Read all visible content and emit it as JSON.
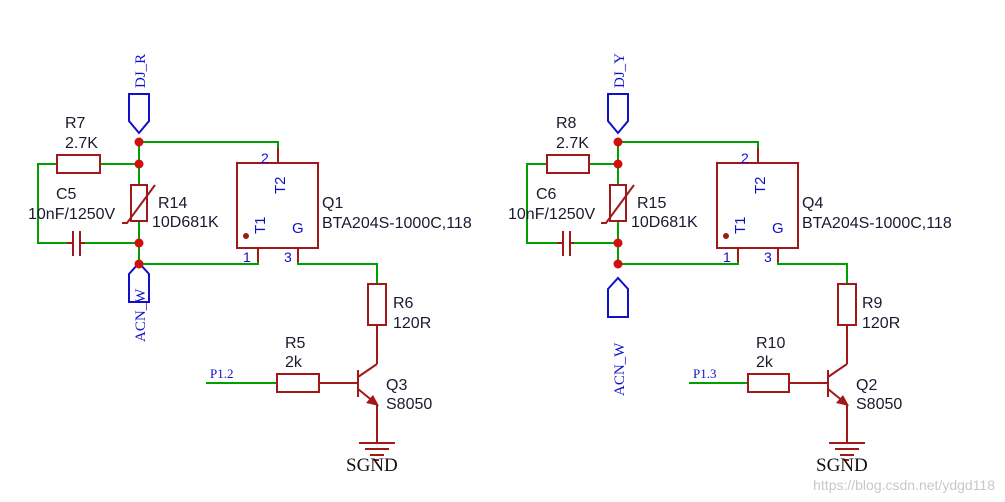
{
  "watermark": "https://blog.csdn.net/ydgd118",
  "colors": {
    "wire": "#00a000",
    "part": "#a01818",
    "port": "#1010c8",
    "junction": "#d01010",
    "text": "#1a1a2e"
  },
  "circuits": [
    {
      "port_top": "DJ_R",
      "port_bottom": "ACN_W",
      "input_net": "P1.2",
      "ground": "SGND",
      "resistor_top": {
        "ref": "R7",
        "value": "2.7K"
      },
      "capacitor": {
        "ref": "C5",
        "value": "10nF/1250V"
      },
      "varistor": {
        "ref": "R14",
        "value": "10D681K"
      },
      "triac": {
        "ref": "Q1",
        "value": "BTA204S-1000C,118",
        "pin_t2_num": "2",
        "pin_t1_num": "1",
        "pin_g_num": "3",
        "pin_t2": "T2",
        "pin_t1": "T1",
        "pin_g": "G"
      },
      "resistor_gate": {
        "ref": "R6",
        "value": "120R"
      },
      "resistor_base": {
        "ref": "R5",
        "value": "2k"
      },
      "transistor": {
        "ref": "Q3",
        "value": "S8050"
      }
    },
    {
      "port_top": "DJ_Y",
      "port_bottom": "ACN_W",
      "input_net": "P1.3",
      "ground": "SGND",
      "resistor_top": {
        "ref": "R8",
        "value": "2.7K"
      },
      "capacitor": {
        "ref": "C6",
        "value": "10nF/1250V"
      },
      "varistor": {
        "ref": "R15",
        "value": "10D681K"
      },
      "triac": {
        "ref": "Q4",
        "value": "BTA204S-1000C,118",
        "pin_t2_num": "2",
        "pin_t1_num": "1",
        "pin_g_num": "3",
        "pin_t2": "T2",
        "pin_t1": "T1",
        "pin_g": "G"
      },
      "resistor_gate": {
        "ref": "R9",
        "value": "120R"
      },
      "resistor_base": {
        "ref": "R10",
        "value": "2k"
      },
      "transistor": {
        "ref": "Q2",
        "value": "S8050"
      }
    }
  ]
}
